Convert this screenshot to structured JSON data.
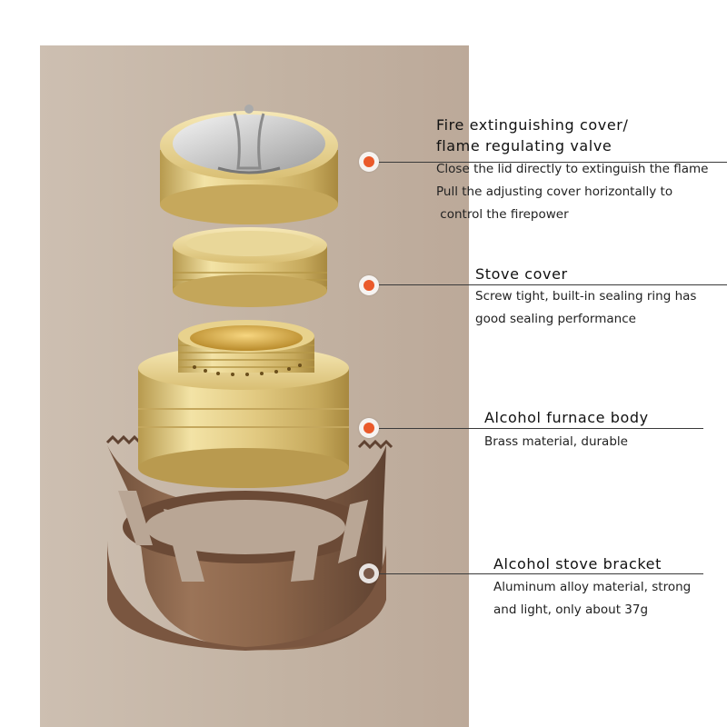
{
  "callouts": [
    {
      "title_lines": [
        "Fire extinguishing cover/",
        "flame regulating valve"
      ],
      "desc_lines": [
        "Close the lid directly to extinguish the flame",
        "Pull the adjusting cover horizontally to",
        " control the firepower"
      ],
      "dot_color": "#ea5a2b"
    },
    {
      "title_lines": [
        "Stove cover"
      ],
      "desc_lines": [
        "Screw tight, built-in sealing ring has",
        "good sealing performance"
      ],
      "dot_color": "#ea5a2b"
    },
    {
      "title_lines": [
        "Alcohol furnace body"
      ],
      "desc_lines": [
        "Brass material, durable"
      ],
      "dot_color": "#ea5a2b"
    },
    {
      "title_lines": [
        "Alcohol stove bracket"
      ],
      "desc_lines": [
        "Aluminum alloy material, strong",
        "and light, only about 37g"
      ],
      "dot_color": "#7a5a4a"
    }
  ],
  "colors": {
    "panel": "#c8b8a8",
    "brass": "#e6cf86",
    "bracket": "#8a6449",
    "accent_dot": "#ea5a2b"
  }
}
